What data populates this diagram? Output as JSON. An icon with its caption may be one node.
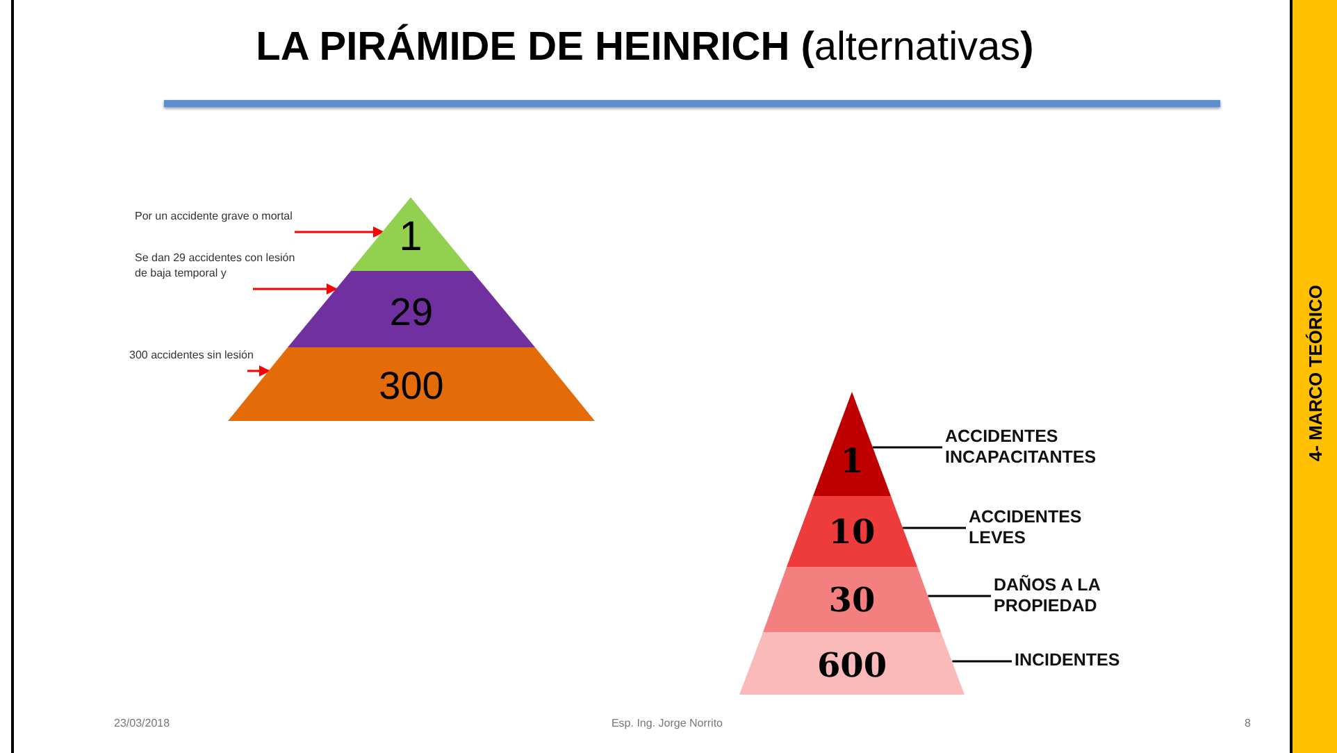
{
  "diagram": {
    "title": "**LA PIRÁMIDE DE HEINRICH (**alternativas**)**",
    "nodes": [
      {
        "text": [
          "1"
        ]
      },
      {
        "text": [
          "29"
        ]
      },
      {
        "text": [
          "300"
        ]
      },
      {
        "text": [
          "Por un accidente grave o mortal"
        ]
      },
      {
        "text": [
          "Se dan 29 accidentes con lesión de baja temporal y"
        ]
      },
      {
        "text": [
          "300 accidentes sin lesión"
        ]
      },
      {
        "text": [
          "1"
        ]
      },
      {
        "text": [
          "10"
        ]
      },
      {
        "text": [
          "30"
        ]
      },
      {
        "text": [
          "600"
        ]
      },
      {
        "text": [
          "ACCIDENTES INCAPACITANTES"
        ]
      },
      {
        "text": [
          "ACCIDENTES LEVES"
        ]
      },
      {
        "text": [
          "DAÑOS A LA PROPIEDAD"
        ]
      },
      {
        "text": [
          "INCIDENTES"
        ]
      },
      {
        "text": [
          "4- MARCO TEÓRICO"
        ]
      }
    ],
    "edges": [
      {
        "from": 3,
        "to": 0,
        "arrow": "to",
        "color": "#ff0000"
      },
      {
        "from": 4,
        "to": 1,
        "arrow": "to",
        "color": "#ff0000"
      },
      {
        "from": 5,
        "to": 2,
        "arrow": "to",
        "color": "#ff0000"
      },
      {
        "from": 10,
        "to": 6,
        "arrow": "none"
      },
      {
        "from": 11,
        "to": 7,
        "arrow": "none"
      },
      {
        "from": 12,
        "to": 8,
        "arrow": "none"
      },
      {
        "from": 13,
        "to": 9,
        "arrow": "none"
      }
    ],
    "labels": [
      "23/03/2018",
      "Esp. Ing. Jorge Norrito",
      "8"
    ]
  }
}
